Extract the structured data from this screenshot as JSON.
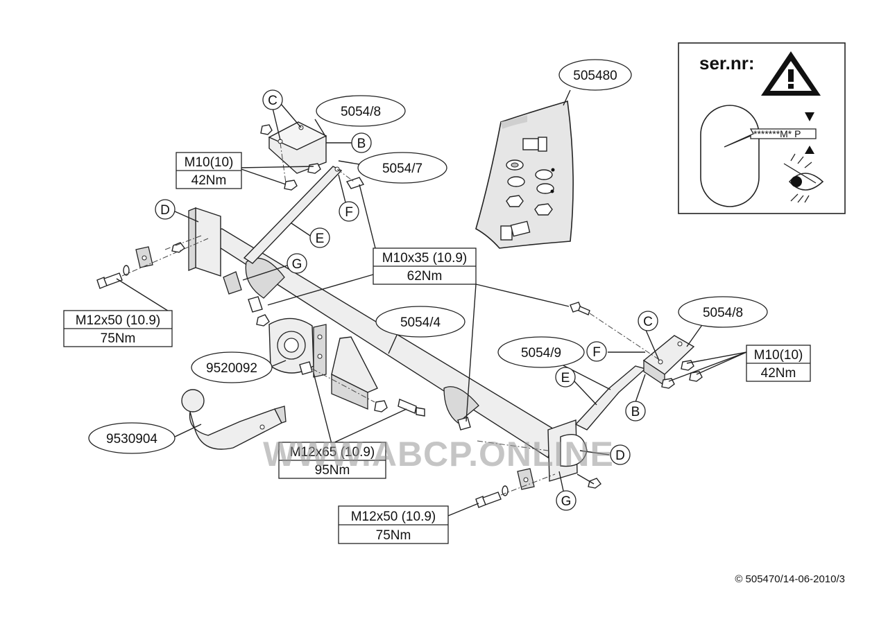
{
  "parts": {
    "p505480": "505480",
    "p5054_8_top": "5054/8",
    "p5054_7": "5054/7",
    "p5054_4": "5054/4",
    "p5054_9": "5054/9",
    "p5054_8_right": "5054/8",
    "p9520092": "9520092",
    "p9530904": "9530904"
  },
  "letters": {
    "c_top": "C",
    "b_top": "B",
    "d_left": "D",
    "e_left": "E",
    "f_left": "F",
    "g_left": "G",
    "c_right": "C",
    "f_right": "F",
    "e_right": "E",
    "b_right": "B",
    "d_right": "D",
    "g_right": "G"
  },
  "torque": {
    "m10_left": {
      "bolt": "M10(10)",
      "torque": "42Nm"
    },
    "m10x35": {
      "bolt": "M10x35 (10.9)",
      "torque": "62Nm"
    },
    "m12x50_left": {
      "bolt": "M12x50 (10.9)",
      "torque": "75Nm"
    },
    "m12x65": {
      "bolt": "M12x65 (10.9)",
      "torque": "95Nm"
    },
    "m12x50_bottom": {
      "bolt": "M12x50 (10.9)",
      "torque": "75Nm"
    },
    "m10_right": {
      "bolt": "M10(10)",
      "torque": "42Nm"
    }
  },
  "serial_panel": {
    "title": "ser.nr:",
    "plate_text": "*******M* P"
  },
  "footer": {
    "copyright": "© 505470/14-06-2010/3"
  },
  "watermark": "WWW.ABCP.ONLINE"
}
